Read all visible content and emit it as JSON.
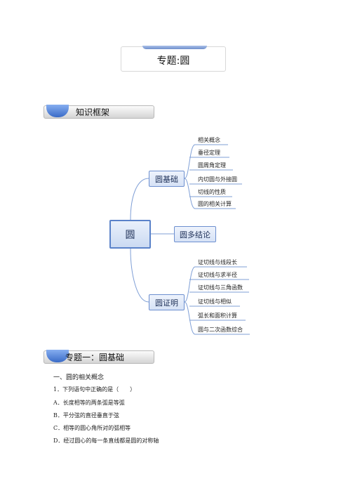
{
  "document": {
    "title": "专题:圆"
  },
  "sections": {
    "framework_label": "知识框架",
    "topic1_label": "专题一：圆基础"
  },
  "mindmap": {
    "root": "圆",
    "branches": [
      {
        "label": "圆基础",
        "leaves": [
          "相关概念",
          "垂径定理",
          "圆周角定理",
          "内切圆与外接圆",
          "切线的性质",
          "圆的相关计算"
        ]
      },
      {
        "label": "圆多结论",
        "leaves": []
      },
      {
        "label": "圆证明",
        "leaves": [
          "证切线与线段长",
          "证切线与求半径",
          "证切线与三角函数",
          "证切线与相似",
          "弧长和面积计算",
          "圆与二次函数综合"
        ]
      }
    ]
  },
  "content": {
    "heading": "一、圆的相关概念",
    "question": "1．下列语句中正确的是（　　）",
    "options": [
      "A．长度相等的两条弧是等弧",
      "B．平分弦的直径垂直于弦",
      "C．相等的圆心角所对的弧相等",
      "D．经过圆心的每一条直线都是圆的对称轴"
    ]
  }
}
